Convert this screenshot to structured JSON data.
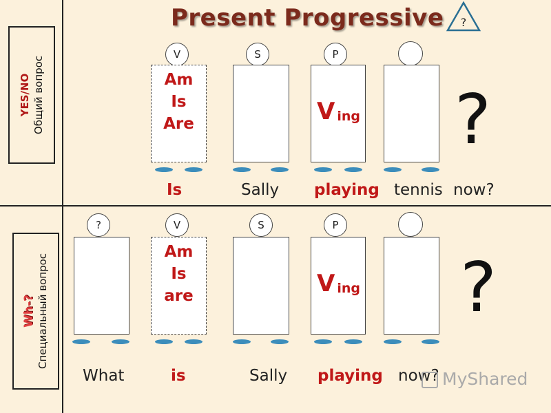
{
  "title": "Present Progressive",
  "title_badge": "?",
  "side": {
    "top_label_1": "YES/NO",
    "top_label_2": "Общий вопрос",
    "bottom_label_1": "Wh-?",
    "bottom_label_2": "Специальный вопрос"
  },
  "row1": {
    "circles": [
      "V",
      "S",
      "P",
      ""
    ],
    "aux": [
      "Am",
      "Is",
      "Are"
    ],
    "ving_main": "V",
    "ving_sub": "ing",
    "big_q": "?",
    "sentence": [
      "Is",
      "Sally",
      "playing",
      "tennis",
      "now?"
    ]
  },
  "row2": {
    "circles": [
      "?",
      "V",
      "S",
      "P",
      ""
    ],
    "aux": [
      "Am",
      "Is",
      "are"
    ],
    "ving_main": "V",
    "ving_sub": "ing",
    "big_q": "?",
    "sentence": [
      "What",
      "is",
      "Sally",
      "playing",
      "now?"
    ]
  },
  "watermark": "MyShared",
  "colors": {
    "accent_red": "#c01818",
    "title": "#7b2a1c",
    "feet": "#3c8dbb",
    "background": "#fcf1dc"
  }
}
